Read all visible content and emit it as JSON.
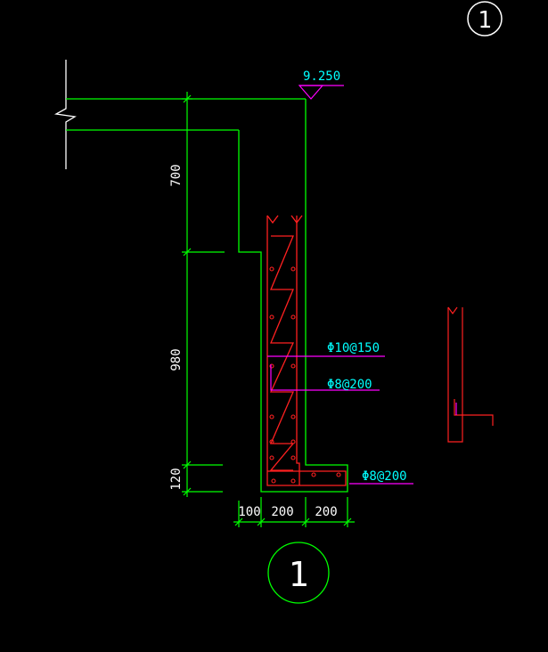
{
  "drawing": {
    "section_mark_top": "1",
    "section_mark_bottom": "1",
    "elevation": "9.250",
    "dims_vertical": [
      "700",
      "980",
      "120"
    ],
    "dims_horizontal": [
      "100",
      "200",
      "200"
    ],
    "rebar_labels": [
      "Φ10@150",
      "Φ8@200",
      "Φ8@200"
    ]
  },
  "colors": {
    "background": "#000000",
    "outline": "#00ff00",
    "rebar": "#ff2020",
    "leader": "#ff00ff",
    "text_cyan": "#00ffff",
    "text_white": "#ffffff"
  }
}
